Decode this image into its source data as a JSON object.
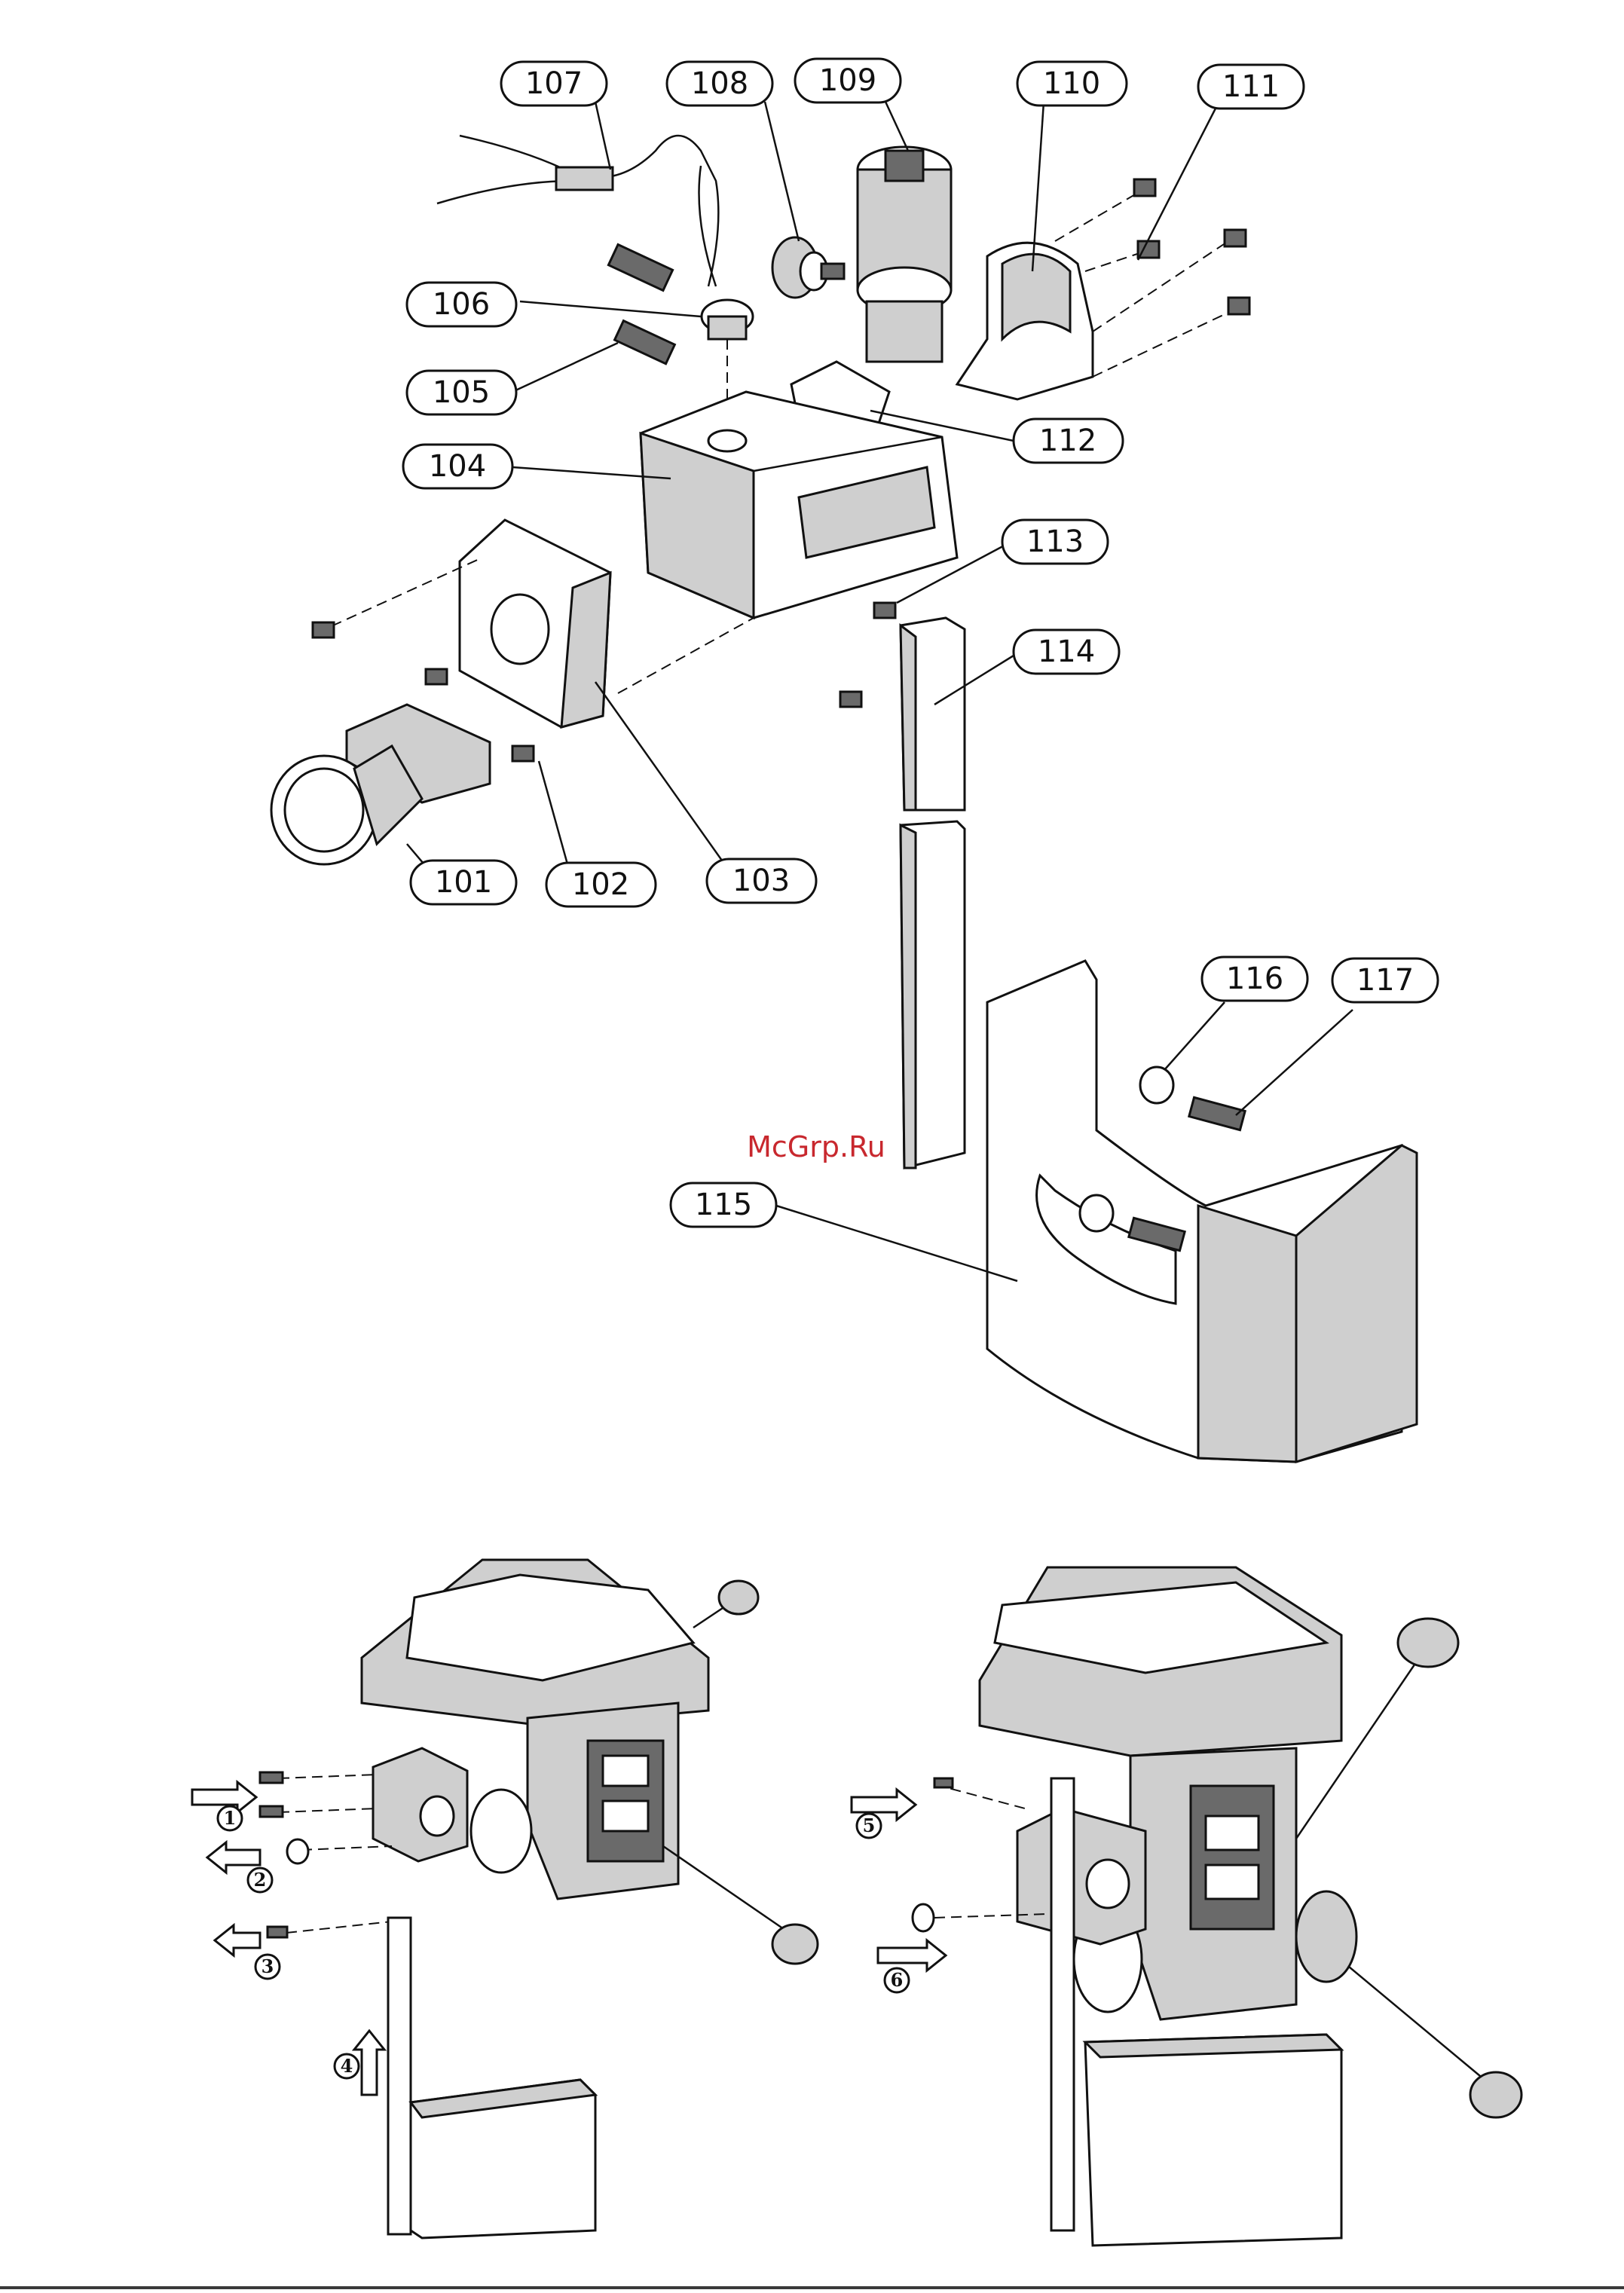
{
  "watermark": {
    "text": "McGrp.Ru",
    "color": "#c8282e"
  },
  "callouts": {
    "c101": "101",
    "c102": "102",
    "c103": "103",
    "c104": "104",
    "c105": "105",
    "c106": "106",
    "c107": "107",
    "c108": "108",
    "c109": "109",
    "c110": "110",
    "c111": "111",
    "c112": "112",
    "c113": "113",
    "c114": "114",
    "c115": "115",
    "c116": "116",
    "c117": "117"
  },
  "steps": {
    "s1": "1",
    "s2": "2",
    "s3": "3",
    "s4": "4",
    "s5": "5",
    "s6": "6"
  },
  "colors": {
    "line": "#111111",
    "fill": "#ffffff",
    "shade": "#cfcfcf",
    "dark": "#6a6a6a",
    "footer_rule": "#3a3a3a"
  }
}
